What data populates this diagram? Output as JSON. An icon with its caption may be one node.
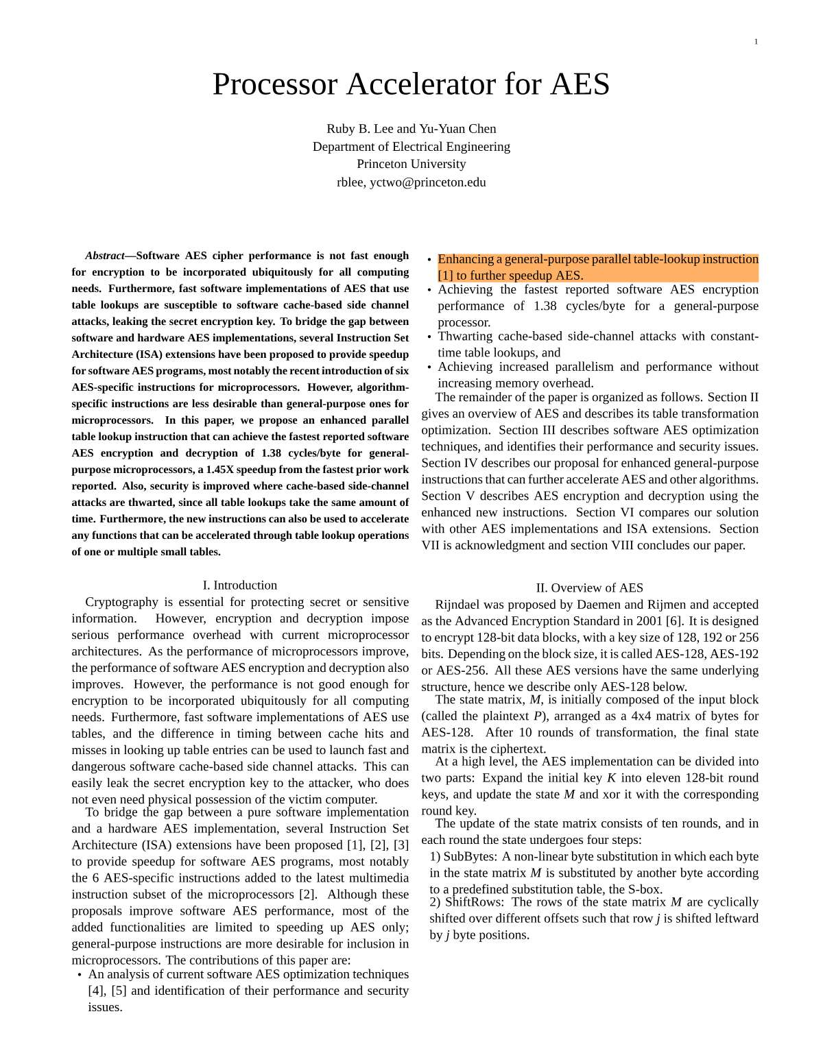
{
  "diagram": {
    "title": "Processor Accelerator for AES",
    "labels": [
      "1",
      "Ruby B. Lee and Yu-Yuan Chen",
      "Department of Electrical Engineering",
      "Princeton University",
      "rblee, yctwo@princeton.edu",
      "*Abstract*—Software AES cipher performance is not fast enough for encryption to be incorporated ubiquitously for all computing needs. Furthermore, fast software implementations of AES that use table lookups are susceptible to software cache-based side channel attacks, leaking the secret encryption key. To bridge the gap between software and hardware AES implementations, several Instruction Set Architecture (ISA) extensions have been proposed to provide speedup for software AES programs, most notably the recent introduction of six AES-specific instructions for microprocessors. However, algorithm-specific instructions are less desirable than general-purpose ones for microprocessors. In this paper, we propose an enhanced parallel table lookup instruction that can achieve the fastest reported software AES encryption and decryption of 1.38 cycles/byte for general-purpose microprocessors, a 1.45X speedup from the fastest prior work reported. Also, security is improved where cache-based side-channel attacks are thwarted, since all table lookups take the same amount of time. Furthermore, the new instructions can also be used to accelerate any functions that can be accelerated through table lookup operations of one or multiple small tables.",
      "I. Introduction",
      "Cryptography is essential for protecting secret or sensitive information. However, encryption and decryption impose serious performance overhead with current microprocessor architectures. As the performance of microprocessors improve, the performance of software AES encryption and decryption also improves. However, the performance is not good enough for encryption to be incorporated ubiquitously for all computing needs. Furthermore, fast software implementations of AES use tables, and the difference in timing between cache hits and misses in looking up table entries can be used to launch fast and dangerous software cache-based side channel attacks. This can easily leak the secret encryption key to the attacker, who does not even need physical possession of the victim computer.",
      "To bridge the gap between a pure software implementation and a hardware AES implementation, several Instruction Set Architecture (ISA) extensions have been proposed [1], [2], [3] to provide speedup for software AES programs, most notably the 6 AES-specific instructions added to the latest multimedia instruction subset of the microprocessors [2]. Although these proposals improve software AES performance, most of the added functionalities are limited to speeding up AES only; general-purpose instructions are more desirable for inclusion in microprocessors. The contributions of this paper are:",
      "An analysis of current software AES optimization techniques [4], [5] and identification of their performance and security issues.",
      "Enhancing a general-purpose parallel table-lookup instruction [1] to further speedup AES.",
      "Achieving the fastest reported software AES encryption performance of 1.38 cycles/byte for a general-purpose processor.",
      "Thwarting cache-based side-channel attacks with constant-time table lookups, and",
      "Achieving increased parallelism and performance without increasing memory overhead.",
      "The remainder of the paper is organized as follows. Section II gives an overview of AES and describes its table transformation optimization. Section III describes software AES optimization techniques, and identifies their performance and security issues. Section IV describes our proposal for enhanced general-purpose instructions that can further accelerate AES and other algorithms. Section V describes AES encryption and decryption using the enhanced new instructions. Section VI compares our solution with other AES implementations and ISA extensions. Section VII is acknowledgment and section VIII concludes our paper.",
      "II. Overview of AES",
      "Rijndael was proposed by Daemen and Rijmen and accepted as the Advanced Encryption Standard in 2001 [6]. It is designed to encrypt 128-bit data blocks, with a key size of 128, 192 or 256 bits. Depending on the block size, it is called AES-128, AES-192 or AES-256. All these AES versions have the same underlying structure, hence we describe only AES-128 below.",
      "The state matrix, *M*, is initially composed of the input block (called the plaintext *P*), arranged as a 4x4 matrix of bytes for AES-128. After 10 rounds of transformation, the final state matrix is the ciphertext.",
      "At a high level, the AES implementation can be divided into two parts: Expand the initial key *K* into eleven 128-bit round keys, and update the state *M* and xor it with the corresponding round key.",
      "The update of the state matrix consists of ten rounds, and in each round the state undergoes four steps:",
      "1) SubBytes: A non-linear byte substitution in which each byte in the state matrix *M* is substituted by another byte according to a predefined substitution table, the S-box.",
      "2) ShiftRows: The rows of the state matrix *M* are cyclically shifted over different offsets such that row *j* is shifted leftward by *j* byte positions."
    ]
  }
}
